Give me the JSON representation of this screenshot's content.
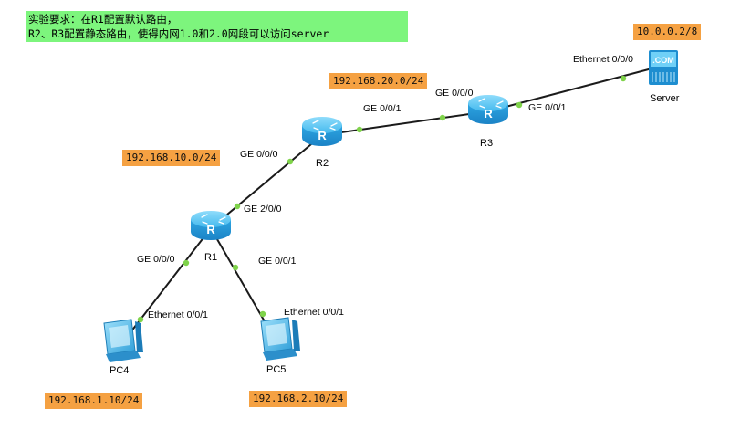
{
  "requirement": {
    "line1": "实验要求：在R1配置默认路由，",
    "line2": "R2、R3配置静态路由，使得内网1.0和2.0网段可以访问server"
  },
  "subnets": {
    "net_10": "192.168.10.0/24",
    "net_20": "192.168.20.0/24",
    "server_net": "10.0.0.2/8",
    "pc4_ip": "192.168.1.10/24",
    "pc5_ip": "192.168.2.10/24"
  },
  "devices": {
    "r1": "R1",
    "r2": "R2",
    "r3": "R3",
    "server": "Server",
    "pc4": "PC4",
    "pc5": "PC5",
    "server_screen": ".COM"
  },
  "ports": {
    "r1_ge000": "GE 0/0/0",
    "r1_ge001": "GE 0/0/1",
    "r1_ge200": "GE 2/0/0",
    "r2_ge000": "GE 0/0/0",
    "r2_ge001": "GE 0/0/1",
    "r3_ge000": "GE 0/0/0",
    "r3_ge001": "GE 0/0/1",
    "pc4_eth": "Ethernet 0/0/1",
    "pc5_eth": "Ethernet 0/0/1",
    "server_eth": "Ethernet 0/0/0"
  },
  "colors": {
    "note_bg": "#7df57d",
    "tag_bg": "#f5a142",
    "link": "#1a1a1a",
    "port_dot": "#7fd34a",
    "router": "#3fb4e8"
  }
}
